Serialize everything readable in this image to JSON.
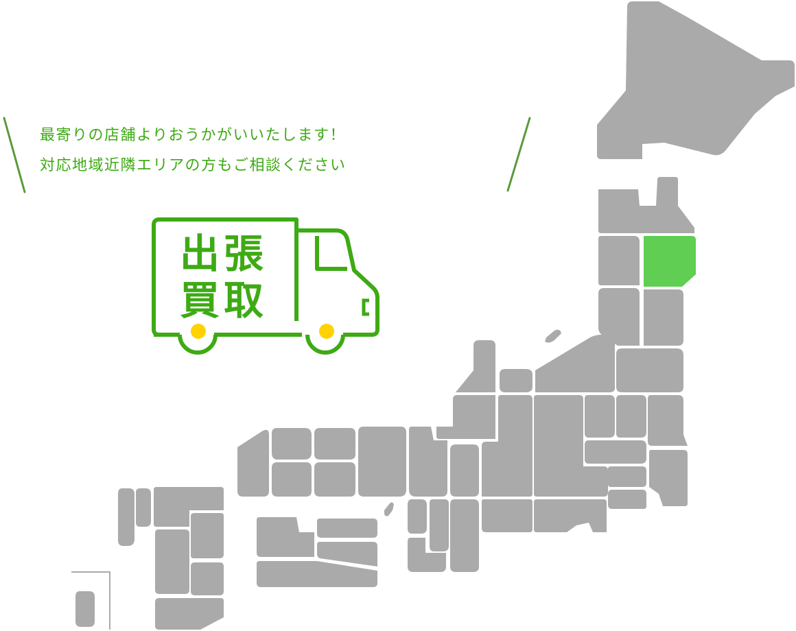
{
  "message": {
    "line1": "最寄りの店舗よりおうかがいいたします！",
    "line2": "対応地域近隣エリアの方もご相談ください"
  },
  "truck": {
    "label_line1": "出張",
    "label_line2": "買取"
  },
  "colors": {
    "prefecture_default": "#aaaaaa",
    "prefecture_active": "#5fce52",
    "accent_text": "#3eaa14",
    "truck_outline": "#3eaa14",
    "wheel_hub": "#ffd200",
    "divider": "#5a9a3a"
  },
  "map": {
    "highlighted_region": "iwate"
  }
}
